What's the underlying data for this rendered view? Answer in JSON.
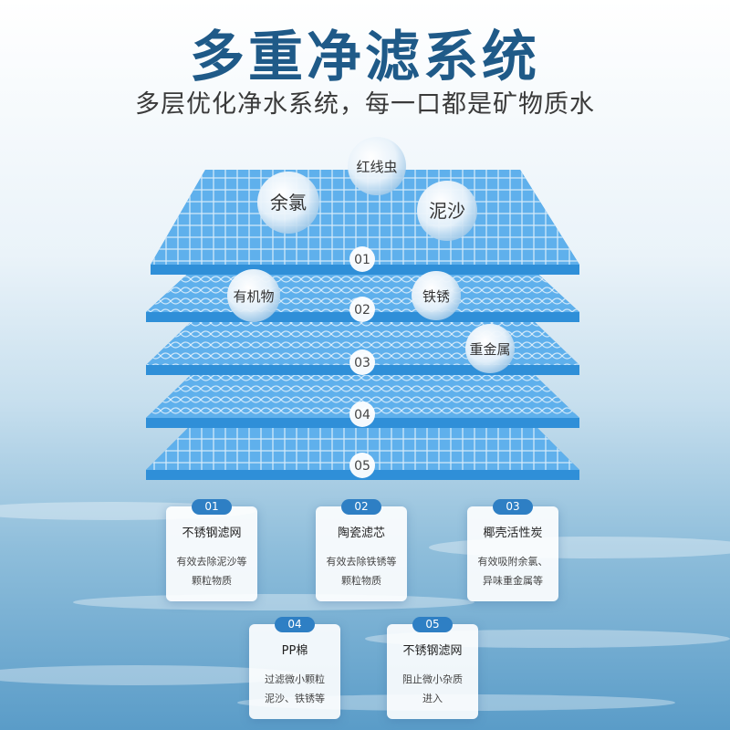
{
  "header": {
    "title": "多重净滤系统",
    "subtitle": "多层优化净水系统，每一口都是矿物质水"
  },
  "layers": [
    {
      "number": "01"
    },
    {
      "number": "02"
    },
    {
      "number": "03"
    },
    {
      "number": "04"
    },
    {
      "number": "05"
    }
  ],
  "bubbles": [
    {
      "label": "红线虫"
    },
    {
      "label": "余氯"
    },
    {
      "label": "泥沙"
    },
    {
      "label": "有机物"
    },
    {
      "label": "铁锈"
    },
    {
      "label": "重金属"
    }
  ],
  "cards": [
    {
      "number": "01",
      "name": "不锈钢滤网",
      "desc_line1": "有效去除泥沙等",
      "desc_line2": "颗粒物质"
    },
    {
      "number": "02",
      "name": "陶瓷滤芯",
      "desc_line1": "有效去除铁锈等",
      "desc_line2": "颗粒物质"
    },
    {
      "number": "03",
      "name": "椰壳活性炭",
      "desc_line1": "有效吸附余氯、",
      "desc_line2": "异味重金属等"
    },
    {
      "number": "04",
      "name": "PP棉",
      "desc_line1": "过滤微小颗粒",
      "desc_line2": "泥沙、铁锈等"
    },
    {
      "number": "05",
      "name": "不锈钢滤网",
      "desc_line1": "阻止微小杂质",
      "desc_line2": "进入"
    }
  ],
  "colors": {
    "title": "#1f5a88",
    "layer_top": "#5fb0ec",
    "layer_side": "#2f8fd8",
    "badge": "#2e7fc4"
  }
}
